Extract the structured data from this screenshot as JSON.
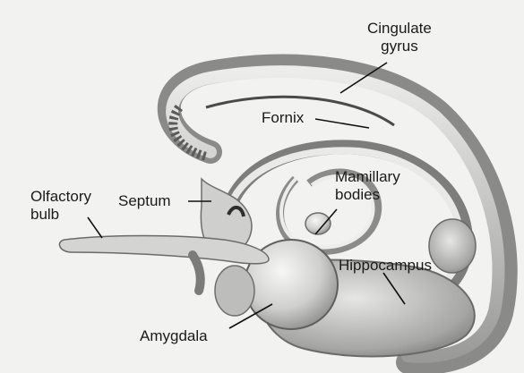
{
  "labels": {
    "cingulate_gyrus": [
      "Cingulate",
      "gyrus"
    ],
    "fornix": "Fornix",
    "mamillary_bodies": [
      "Mamillary",
      "bodies"
    ],
    "olfactory_bulb": [
      "Olfactory",
      "bulb"
    ],
    "septum": "Septum",
    "hippocampus": "Hippocampus",
    "amygdala": "Amygdala"
  }
}
